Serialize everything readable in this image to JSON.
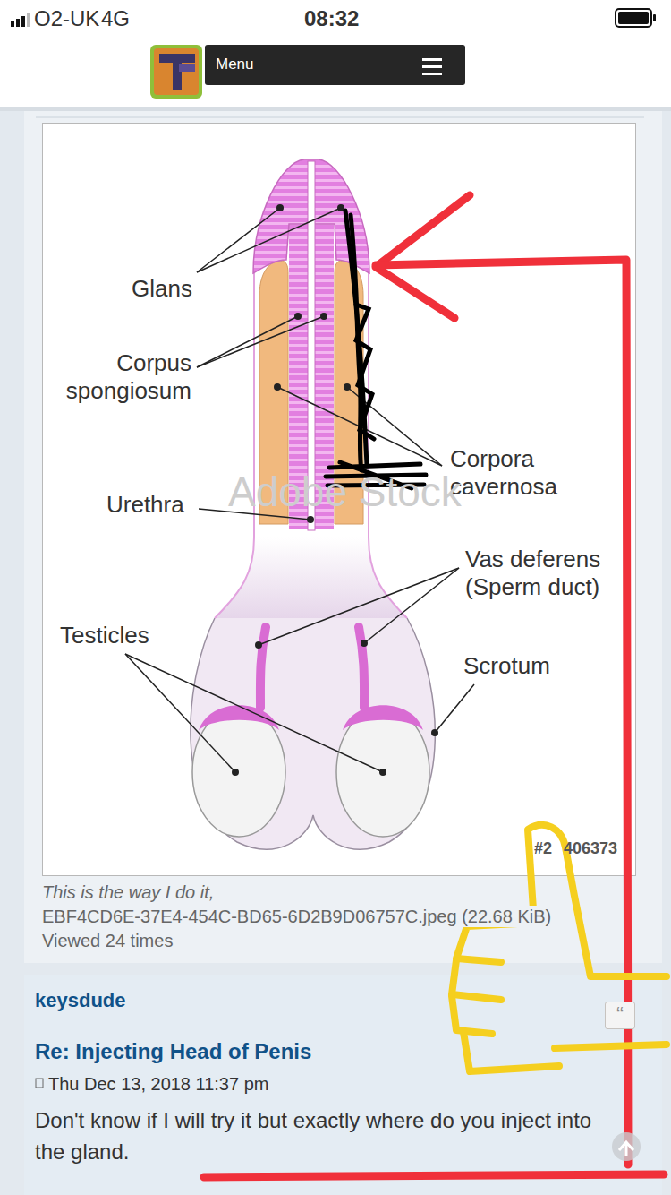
{
  "diagram": {
    "nodes": [
      {
        "text": [
          "Menu"
        ]
      },
      {
        "text": [
          "“"
        ]
      }
    ],
    "labels": [
      "O2-UK",
      "4G",
      "08:32",
      "Glans",
      "Corpus spongiosum",
      "Corpora cavernosa",
      "Adobe Stock",
      "Urethra",
      "Vas deferens (Sperm duct)",
      "Testicles",
      "Scrotum",
      "#2",
      "406373",
      "This is the way I do it,",
      "EBF4CD6E-37E4-454C-BD65-6D2B9D06757C.jpeg (22.68 KiB)",
      "Viewed 24 times",
      "keysdude",
      "Re: Injecting Head of Penis",
      "Thu Dec 13, 2018 11:37 pm",
      "Don't know if I will try it but exactly where do you inject into the gland."
    ]
  }
}
